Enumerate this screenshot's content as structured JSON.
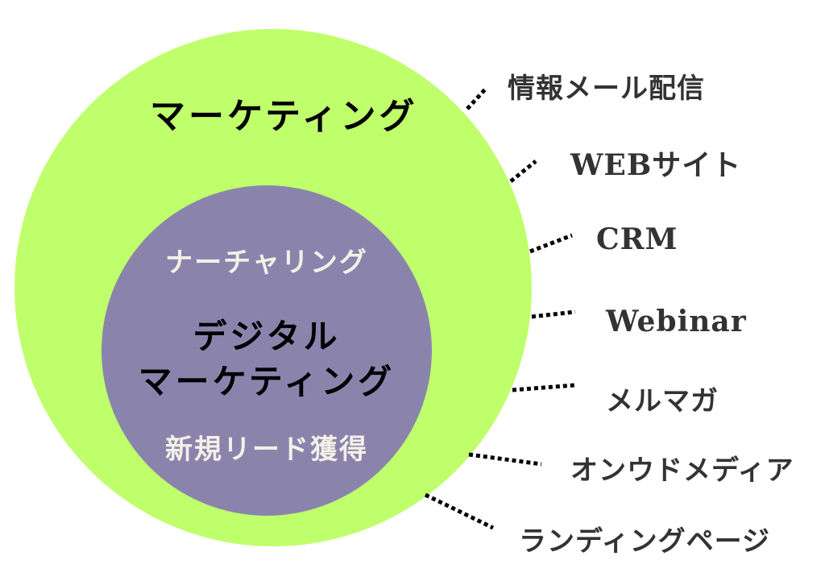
{
  "colors": {
    "outer_circle": "#bfff6b",
    "inner_circle": "#8a84ad",
    "label_text": "#333333",
    "inner_light_text": "#f3f0e6",
    "connector": "#000000"
  },
  "outer_circle": {
    "title": "マーケティング"
  },
  "inner_circle": {
    "top_label": "ナーチャリング",
    "title_line1": "デジタル",
    "title_line2": "マーケティング",
    "bottom_label": "新規リード獲得"
  },
  "channels": [
    {
      "label": "情報メール配信"
    },
    {
      "label": "WEBサイト"
    },
    {
      "label": "CRM"
    },
    {
      "label": "Webinar"
    },
    {
      "label": "メルマガ"
    },
    {
      "label": "オンウドメディア"
    },
    {
      "label": "ランディングページ"
    }
  ]
}
